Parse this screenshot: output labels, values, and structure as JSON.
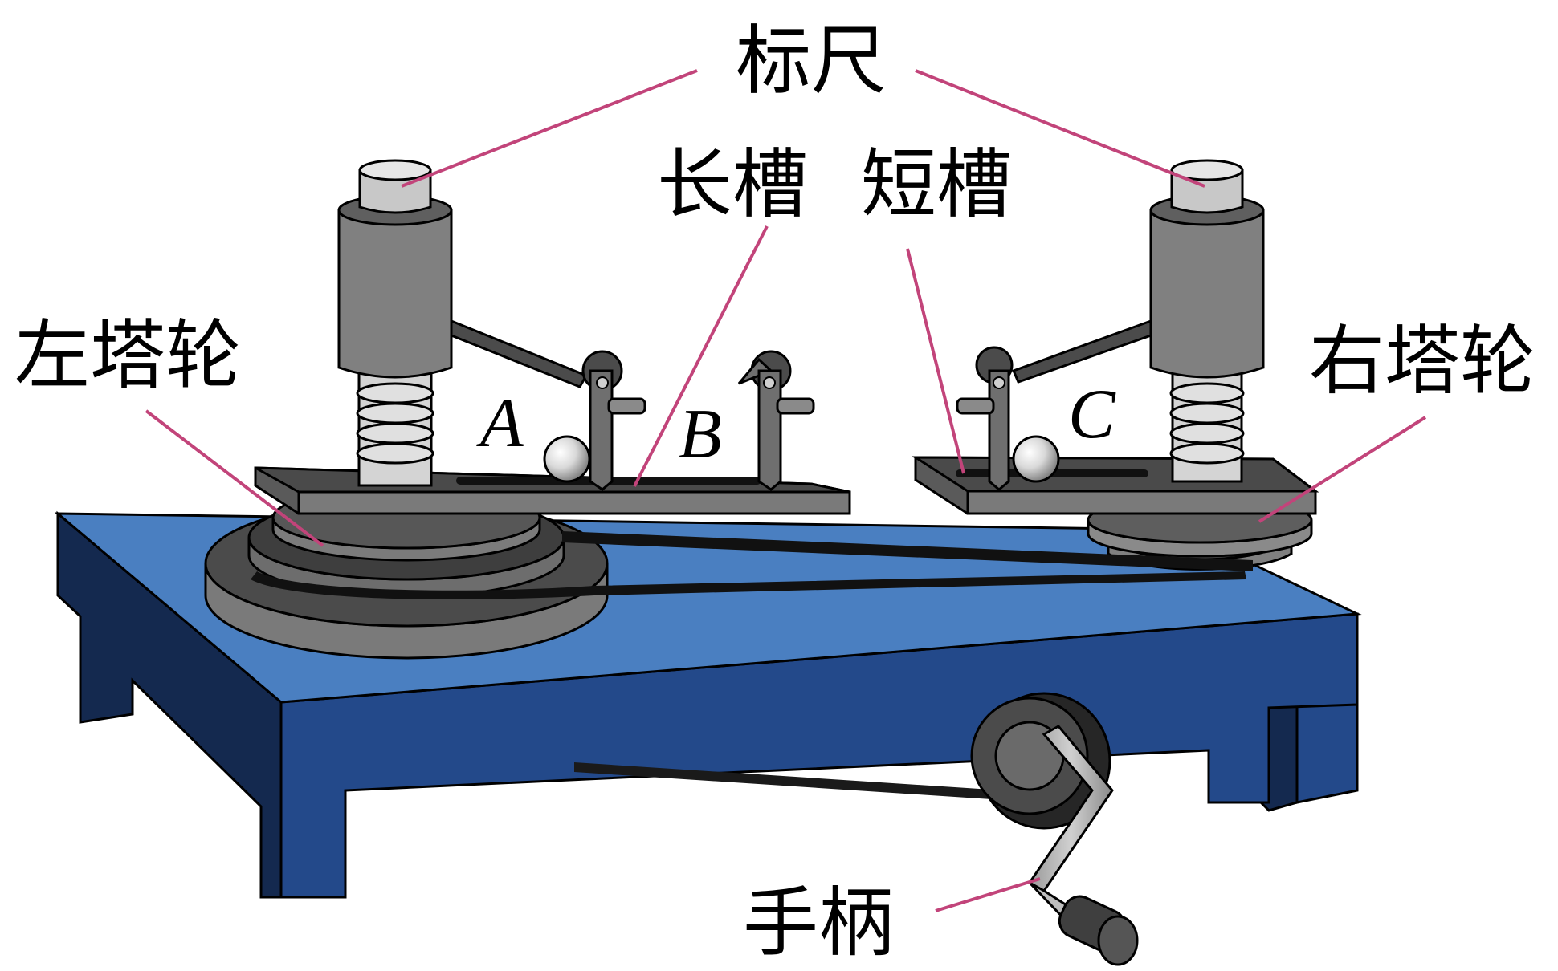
{
  "labels": {
    "scale": "标尺",
    "long_groove": "长槽",
    "short_groove": "短槽",
    "left_tower": "左塔轮",
    "right_tower": "右塔轮",
    "handle": "手柄",
    "point_a": "A",
    "point_b": "B",
    "point_c": "C"
  },
  "colors": {
    "table_top": "#4a7fc1",
    "table_side": "#23498a",
    "table_dark": "#14294f",
    "metal_dark": "#4b4b4b",
    "metal_mid": "#808080",
    "metal_light": "#c8c8c8",
    "leader_line": "#c2447a"
  }
}
